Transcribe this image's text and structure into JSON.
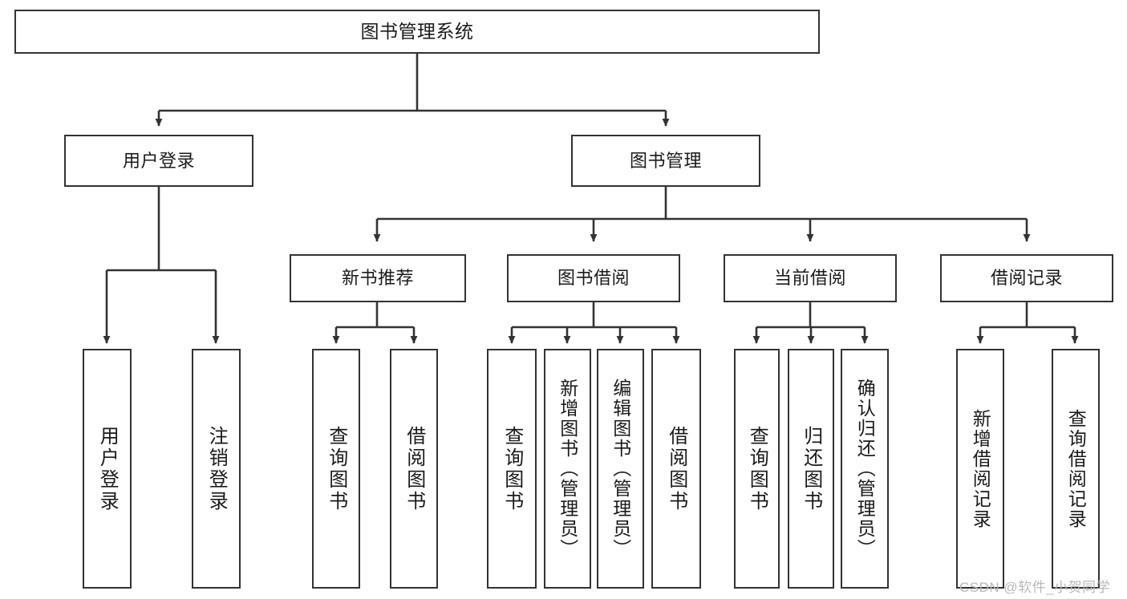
{
  "diagram": {
    "title": "图书管理系统",
    "type": "hierarchy-tree",
    "watermark": "CSDN @软件_小贺同学",
    "colors": {
      "box_border": "#333333",
      "box_fill": "#ffffff",
      "connector": "#333333",
      "text": "#1a1a1a",
      "watermark": "#b8b8b8",
      "background": "#ffffff"
    },
    "levels": [
      {
        "level": 1,
        "nodes": [
          {
            "id": "root",
            "label": "图书管理系统",
            "orientation": "horizontal"
          }
        ]
      },
      {
        "level": 2,
        "nodes": [
          {
            "id": "user-login",
            "label": "用户登录",
            "orientation": "horizontal",
            "parent": "root"
          },
          {
            "id": "book-management",
            "label": "图书管理",
            "orientation": "horizontal",
            "parent": "root"
          }
        ]
      },
      {
        "level": 3,
        "nodes": [
          {
            "id": "new-book-recommend",
            "label": "新书推荐",
            "orientation": "horizontal",
            "parent": "book-management"
          },
          {
            "id": "book-borrow",
            "label": "图书借阅",
            "orientation": "horizontal",
            "parent": "book-management"
          },
          {
            "id": "current-borrow",
            "label": "当前借阅",
            "orientation": "horizontal",
            "parent": "book-management"
          },
          {
            "id": "borrow-record",
            "label": "借阅记录",
            "orientation": "horizontal",
            "parent": "book-management"
          }
        ]
      },
      {
        "level": 4,
        "nodes": [
          {
            "id": "leaf-user-login",
            "label": "用户登录",
            "orientation": "vertical",
            "parent": "user-login"
          },
          {
            "id": "leaf-logout-login",
            "label": "注销登录",
            "orientation": "vertical",
            "parent": "user-login"
          },
          {
            "id": "leaf-query-book-1",
            "label": "查询图书",
            "orientation": "vertical",
            "parent": "new-book-recommend"
          },
          {
            "id": "leaf-borrow-book-1",
            "label": "借阅图书",
            "orientation": "vertical",
            "parent": "new-book-recommend"
          },
          {
            "id": "leaf-query-book-2",
            "label": "查询图书",
            "orientation": "vertical",
            "parent": "book-borrow"
          },
          {
            "id": "leaf-add-book",
            "label": "新增图书（管理员）",
            "orientation": "vertical",
            "parent": "book-borrow"
          },
          {
            "id": "leaf-edit-book",
            "label": "编辑图书（管理员）",
            "orientation": "vertical",
            "parent": "book-borrow"
          },
          {
            "id": "leaf-borrow-book-2",
            "label": "借阅图书",
            "orientation": "vertical",
            "parent": "book-borrow"
          },
          {
            "id": "leaf-query-book-3",
            "label": "查询图书",
            "orientation": "vertical",
            "parent": "current-borrow"
          },
          {
            "id": "leaf-return-book",
            "label": "归还图书",
            "orientation": "vertical",
            "parent": "current-borrow"
          },
          {
            "id": "leaf-confirm-return",
            "label": "确认归还（管理员）",
            "orientation": "vertical",
            "parent": "current-borrow"
          },
          {
            "id": "leaf-add-record",
            "label": "新增借阅记录",
            "orientation": "vertical",
            "parent": "borrow-record"
          },
          {
            "id": "leaf-query-record",
            "label": "查询借阅记录",
            "orientation": "vertical",
            "parent": "borrow-record"
          }
        ]
      }
    ],
    "edges": [
      {
        "from": "root",
        "to": "user-login"
      },
      {
        "from": "root",
        "to": "book-management"
      },
      {
        "from": "book-management",
        "to": "new-book-recommend"
      },
      {
        "from": "book-management",
        "to": "book-borrow"
      },
      {
        "from": "book-management",
        "to": "current-borrow"
      },
      {
        "from": "book-management",
        "to": "borrow-record"
      },
      {
        "from": "user-login",
        "to": "leaf-user-login"
      },
      {
        "from": "user-login",
        "to": "leaf-logout-login"
      },
      {
        "from": "new-book-recommend",
        "to": "leaf-query-book-1"
      },
      {
        "from": "new-book-recommend",
        "to": "leaf-borrow-book-1"
      },
      {
        "from": "book-borrow",
        "to": "leaf-query-book-2"
      },
      {
        "from": "book-borrow",
        "to": "leaf-add-book"
      },
      {
        "from": "book-borrow",
        "to": "leaf-edit-book"
      },
      {
        "from": "book-borrow",
        "to": "leaf-borrow-book-2"
      },
      {
        "from": "current-borrow",
        "to": "leaf-query-book-3"
      },
      {
        "from": "current-borrow",
        "to": "leaf-return-book"
      },
      {
        "from": "current-borrow",
        "to": "leaf-confirm-return"
      },
      {
        "from": "borrow-record",
        "to": "leaf-add-record"
      },
      {
        "from": "borrow-record",
        "to": "leaf-query-record"
      }
    ]
  }
}
